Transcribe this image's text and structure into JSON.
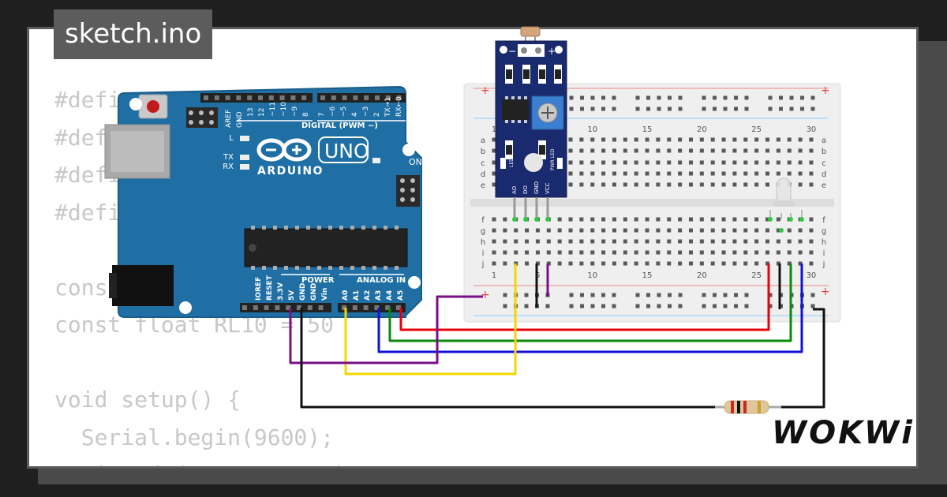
{
  "sketch_tab": {
    "label": "sketch.ino"
  },
  "code_lines": [
    "#define",
    "#define",
    "#define",
    "#define",
    "",
    "const",
    "const float RL10 = 50",
    "",
    "void setup() {",
    "  Serial.begin(9600);",
    "  pinMode(RED, OUTPUT);"
  ],
  "arduino": {
    "brand": "ARDUINO",
    "model": "UNO",
    "on_label": "ON",
    "led_labels": [
      "L",
      "TX",
      "RX"
    ],
    "digital_header": "DIGITAL (PWM ~)",
    "digital_pins": [
      "AREF",
      "GND",
      "13",
      "12",
      "~11",
      "~10",
      "~9",
      "8",
      "7",
      "~6",
      "~5",
      "4",
      "~3",
      "2",
      "TX→1",
      "RX←0"
    ],
    "power_header": "POWER",
    "power_pins": [
      "IOREF",
      "RESET",
      "3.3V",
      "5V",
      "GND",
      "GND",
      "Vin"
    ],
    "analog_header": "ANALOG IN",
    "analog_pins": [
      "A0",
      "A1",
      "A2",
      "A3",
      "A4",
      "A5"
    ]
  },
  "breadboard": {
    "column_numbers": [
      "1",
      "5",
      "10",
      "15",
      "20",
      "25",
      "30"
    ],
    "row_letters_top": [
      "a",
      "b",
      "c",
      "d",
      "e"
    ],
    "row_letters_bottom": [
      "f",
      "g",
      "h",
      "i",
      "j"
    ],
    "rail_plus": "+",
    "rail_minus": "−"
  },
  "ldr_module": {
    "minus": "−",
    "plus": "+",
    "pins": [
      "AO",
      "DO",
      "GND",
      "VCC"
    ],
    "led_label_left": "LED",
    "led_label_right": "PWR LED"
  },
  "wire_colors": {
    "red": "#e8000d",
    "green": "#0a8a0a",
    "blue": "#1010d8",
    "yellow": "#f6d400",
    "purple": "#7a0e84",
    "black": "#111111"
  },
  "brand": {
    "logo": "WOKWi"
  }
}
